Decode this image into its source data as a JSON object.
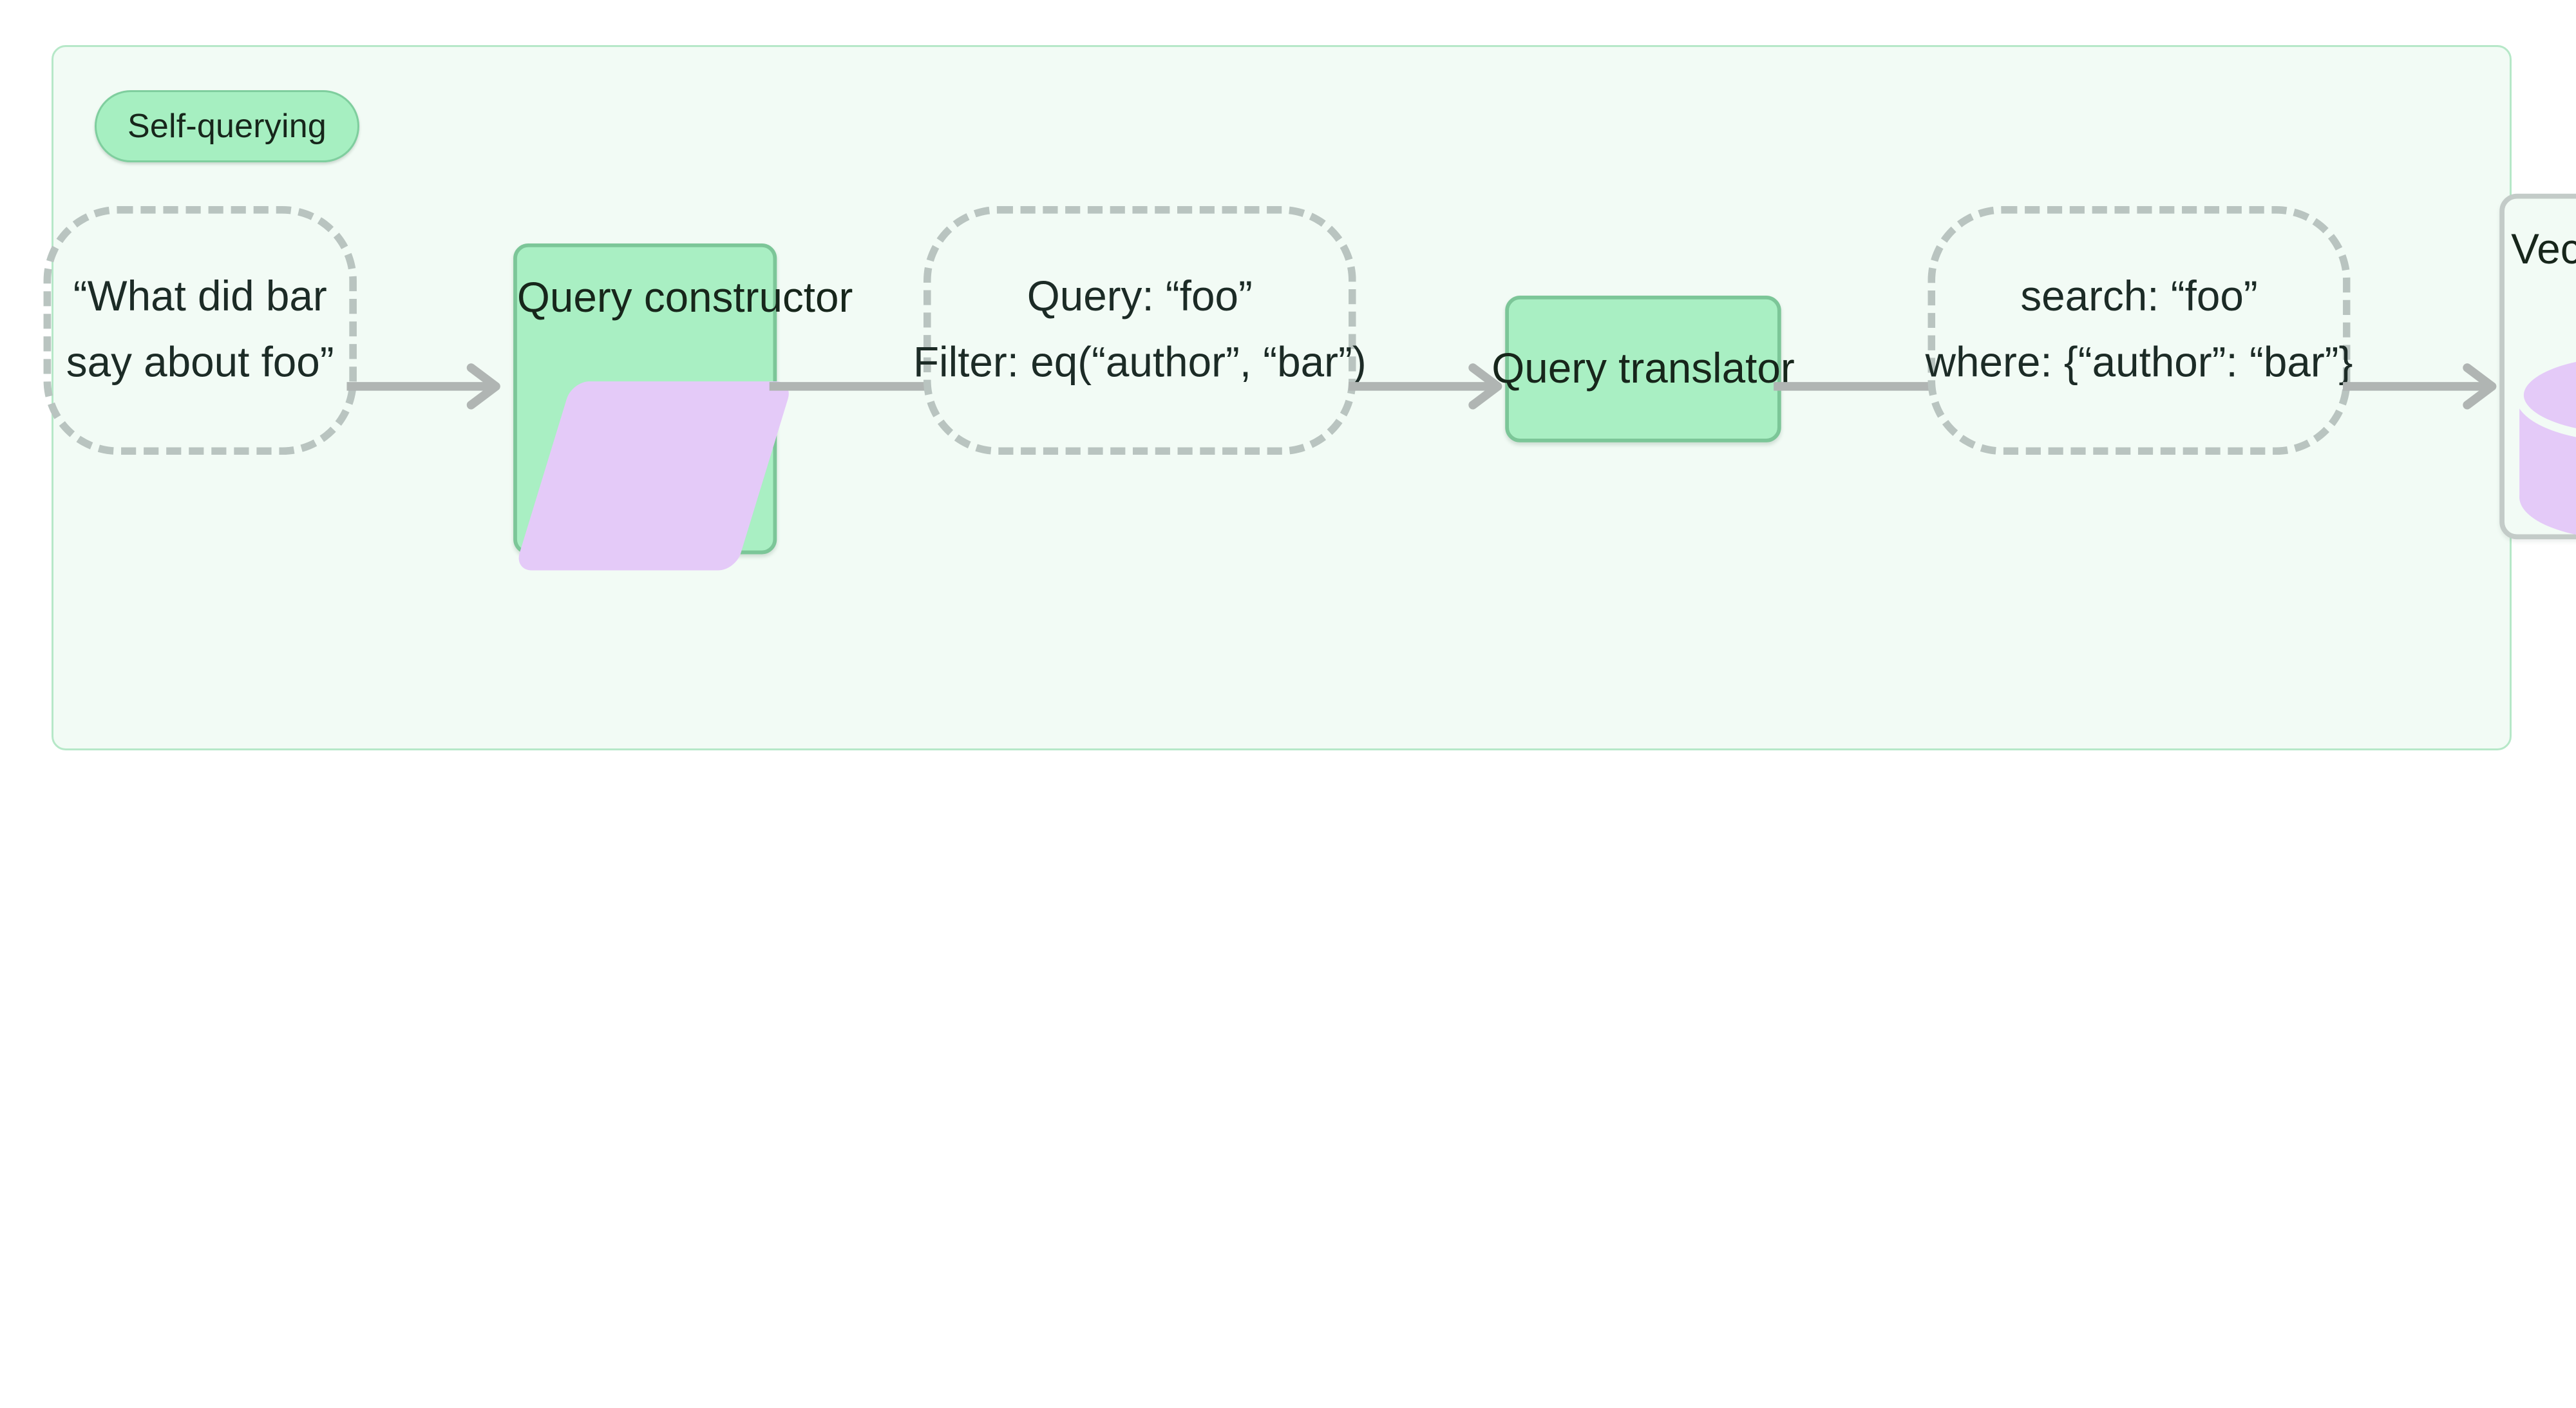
{
  "diagram": {
    "type": "flowchart",
    "direction": "left-to-right",
    "title": "Self-querying",
    "container": {
      "label": "Self-querying",
      "background_color": "#f2fbf5",
      "border_color": "#b6e8c8",
      "title_pill_fill": "#a6efc1",
      "title_pill_border": "#7fce9e"
    },
    "colors": {
      "process_fill": "#a9efc3",
      "process_border": "#7cc698",
      "data_border": "#b9c4c0",
      "store_border": "#c3cbc8",
      "icon_purple": "#e4caf8",
      "connector": "#b0b5b3",
      "text": "#17261b"
    },
    "nodes": [
      {
        "id": "user-question",
        "shape": "dashed-rounded",
        "kind": "data",
        "lines": [
          "“What did bar",
          "say about foo”"
        ]
      },
      {
        "id": "query-constructor",
        "shape": "rounded-rect",
        "kind": "process",
        "title": "Query constructor",
        "icon": "parallelogram-llm-icon"
      },
      {
        "id": "structured-query",
        "shape": "dashed-rounded",
        "kind": "data",
        "lines": [
          "Query: “foo”",
          "Filter: eq(“author”, “bar”)"
        ]
      },
      {
        "id": "query-translator",
        "shape": "rounded-rect",
        "kind": "process",
        "title": "Query translator"
      },
      {
        "id": "native-query",
        "shape": "dashed-rounded",
        "kind": "data",
        "lines": [
          "search: “foo”",
          "where: {“author”: “bar”}"
        ]
      },
      {
        "id": "vector-store",
        "shape": "rounded-rect",
        "kind": "store",
        "title": "Vector store",
        "icon": "database-cylinder-icon"
      }
    ],
    "edges": [
      {
        "from": "user-question",
        "to": "query-constructor",
        "style": "arrow"
      },
      {
        "from": "query-constructor",
        "to": "structured-query",
        "style": "line"
      },
      {
        "from": "structured-query",
        "to": "query-translator",
        "style": "arrow"
      },
      {
        "from": "query-translator",
        "to": "native-query",
        "style": "line"
      },
      {
        "from": "native-query",
        "to": "vector-store",
        "style": "arrow"
      }
    ]
  }
}
